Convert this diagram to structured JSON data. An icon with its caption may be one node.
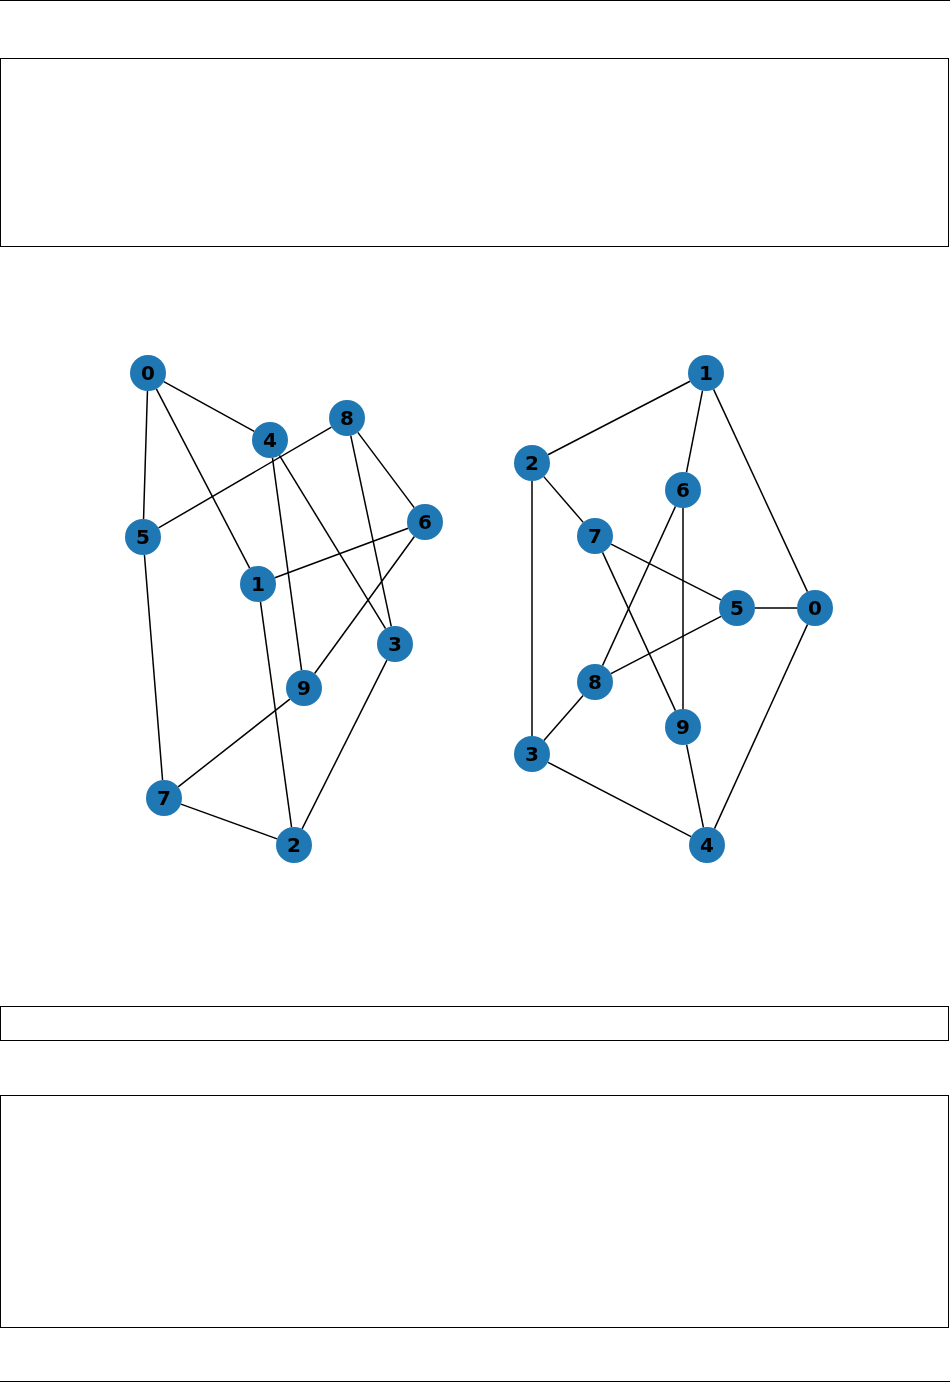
{
  "diagram": {
    "nodes": [
      {
        "text": [
          "0"
        ]
      },
      {
        "text": [
          "1"
        ]
      },
      {
        "text": [
          "2"
        ]
      },
      {
        "text": [
          "3"
        ]
      },
      {
        "text": [
          "4"
        ]
      },
      {
        "text": [
          "5"
        ]
      },
      {
        "text": [
          "6"
        ]
      },
      {
        "text": [
          "7"
        ]
      },
      {
        "text": [
          "8"
        ]
      },
      {
        "text": [
          "9"
        ]
      },
      {
        "text": [
          "0"
        ]
      },
      {
        "text": [
          "1"
        ]
      },
      {
        "text": [
          "2"
        ]
      },
      {
        "text": [
          "3"
        ]
      },
      {
        "text": [
          "4"
        ]
      },
      {
        "text": [
          "5"
        ]
      },
      {
        "text": [
          "6"
        ]
      },
      {
        "text": [
          "7"
        ]
      },
      {
        "text": [
          "8"
        ]
      },
      {
        "text": [
          "9"
        ]
      }
    ],
    "edges": [
      {
        "from": 0,
        "to": 4,
        "arrow": "none"
      },
      {
        "from": 0,
        "to": 5,
        "arrow": "none"
      },
      {
        "from": 0,
        "to": 1,
        "arrow": "none"
      },
      {
        "from": 8,
        "to": 5,
        "arrow": "none"
      },
      {
        "from": 4,
        "to": 9,
        "arrow": "none"
      },
      {
        "from": 4,
        "to": 3,
        "arrow": "none"
      },
      {
        "from": 8,
        "to": 6,
        "arrow": "none"
      },
      {
        "from": 8,
        "to": 3,
        "arrow": "none"
      },
      {
        "from": 1,
        "to": 6,
        "arrow": "none"
      },
      {
        "from": 1,
        "to": 2,
        "arrow": "none"
      },
      {
        "from": 6,
        "to": 9,
        "arrow": "none"
      },
      {
        "from": 5,
        "to": 7,
        "arrow": "none"
      },
      {
        "from": 9,
        "to": 7,
        "arrow": "none"
      },
      {
        "from": 7,
        "to": 2,
        "arrow": "none"
      },
      {
        "from": 3,
        "to": 2,
        "arrow": "none"
      },
      {
        "from": 11,
        "to": 12,
        "arrow": "none"
      },
      {
        "from": 11,
        "to": 16,
        "arrow": "none"
      },
      {
        "from": 11,
        "to": 10,
        "arrow": "none"
      },
      {
        "from": 12,
        "to": 17,
        "arrow": "none"
      },
      {
        "from": 12,
        "to": 13,
        "arrow": "none"
      },
      {
        "from": 16,
        "to": 18,
        "arrow": "none"
      },
      {
        "from": 16,
        "to": 19,
        "arrow": "none"
      },
      {
        "from": 17,
        "to": 15,
        "arrow": "none"
      },
      {
        "from": 17,
        "to": 19,
        "arrow": "none"
      },
      {
        "from": 15,
        "to": 10,
        "arrow": "none"
      },
      {
        "from": 15,
        "to": 18,
        "arrow": "none"
      },
      {
        "from": 18,
        "to": 13,
        "arrow": "none"
      },
      {
        "from": 13,
        "to": 14,
        "arrow": "none"
      },
      {
        "from": 19,
        "to": 14,
        "arrow": "none"
      },
      {
        "from": 10,
        "to": 14,
        "arrow": "none"
      }
    ]
  }
}
